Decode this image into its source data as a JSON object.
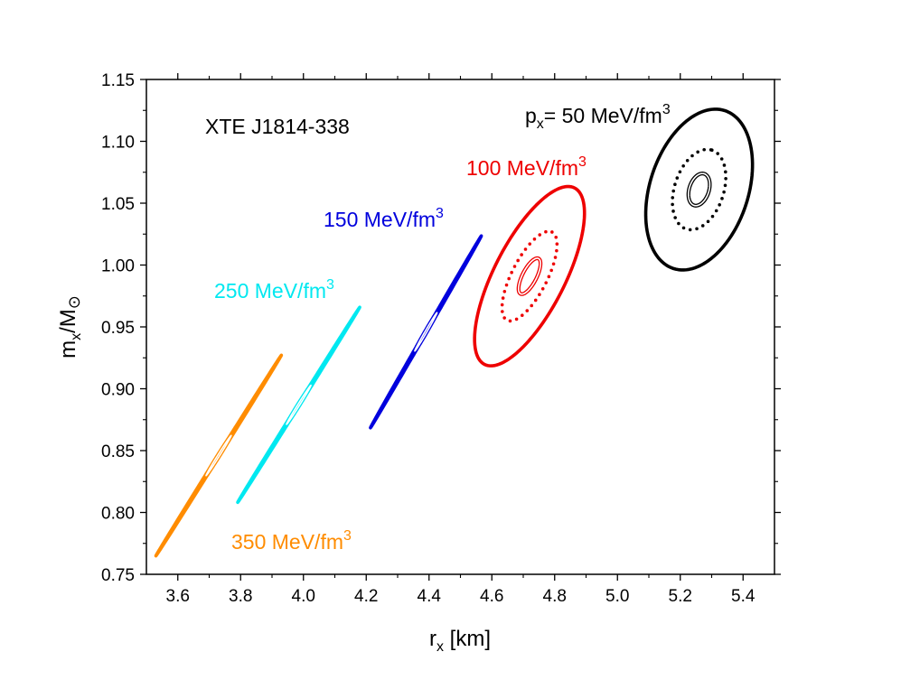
{
  "chart_data": {
    "type": "contour",
    "title": "",
    "annotation_object": "XTE J1814-338",
    "xlabel": {
      "main": "r",
      "sub": "x",
      "unit": " [km]"
    },
    "ylabel": {
      "main": "m",
      "sub": "x",
      "rest": "/M",
      "sun": "⊙"
    },
    "xlim": [
      3.5,
      5.5
    ],
    "ylim": [
      0.75,
      1.15
    ],
    "x_ticks": [
      3.6,
      3.8,
      4.0,
      4.2,
      4.4,
      4.6,
      4.8,
      5.0,
      5.2,
      5.4
    ],
    "x_tick_labels": [
      "3.6",
      "3.8",
      "4.0",
      "4.2",
      "4.4",
      "4.6",
      "4.8",
      "5.0",
      "5.2",
      "5.4"
    ],
    "y_ticks": [
      0.75,
      0.8,
      0.85,
      0.9,
      0.95,
      1.0,
      1.05,
      1.1,
      1.15
    ],
    "y_tick_labels": [
      "0.75",
      "0.80",
      "0.85",
      "0.90",
      "0.95",
      "1.00",
      "1.05",
      "1.10",
      "1.15"
    ],
    "grid": false,
    "legend": "none",
    "contour_levels": [
      {
        "style": "solid-thick",
        "scale": 1.0
      },
      {
        "style": "dotted",
        "scale": 0.5
      },
      {
        "style": "double-thin",
        "scale": 0.2
      }
    ],
    "series": [
      {
        "name": "350 MeV/fm³",
        "label_parts": {
          "pre": "",
          "sub": "",
          "mid": "350 MeV/fm",
          "sup": "3"
        },
        "color": "#ff8c00",
        "center": [
          3.73,
          0.846
        ],
        "x_extent": [
          3.535,
          3.915
        ],
        "y_extent": [
          0.765,
          0.926
        ],
        "tilt_deg": 58
      },
      {
        "name": "250 MeV/fm³",
        "label_parts": {
          "pre": "",
          "sub": "",
          "mid": "250 MeV/fm",
          "sup": "3"
        },
        "color": "#00e8f0",
        "center": [
          3.985,
          0.887
        ],
        "x_extent": [
          3.79,
          4.15
        ],
        "y_extent": [
          0.809,
          0.965
        ],
        "tilt_deg": 58
      },
      {
        "name": "150 MeV/fm³",
        "label_parts": {
          "pre": "",
          "sub": "",
          "mid": "150 MeV/fm",
          "sup": "3"
        },
        "color": "#0000dd",
        "center": [
          4.39,
          0.946
        ],
        "x_extent": [
          4.225,
          4.555
        ],
        "y_extent": [
          0.868,
          1.022
        ],
        "tilt_deg": 60
      },
      {
        "name": "100 MeV/fm³",
        "label_parts": {
          "pre": "",
          "sub": "",
          "mid": "100 MeV/fm",
          "sup": "3"
        },
        "color": "#ee0000",
        "center": [
          4.72,
          0.991
        ],
        "x_extent": [
          4.545,
          4.895
        ],
        "y_extent": [
          0.918,
          1.063
        ],
        "tilt_deg": 63
      },
      {
        "name": "50 MeV/fm³",
        "label_parts": {
          "pre": "p",
          "sub": "x",
          "mid": "= 50 MeV/fm",
          "sup": "3"
        },
        "color": "#000000",
        "center": [
          5.26,
          1.061
        ],
        "x_extent": [
          5.09,
          5.43
        ],
        "y_extent": [
          0.996,
          1.126
        ],
        "tilt_deg": 72
      }
    ]
  }
}
